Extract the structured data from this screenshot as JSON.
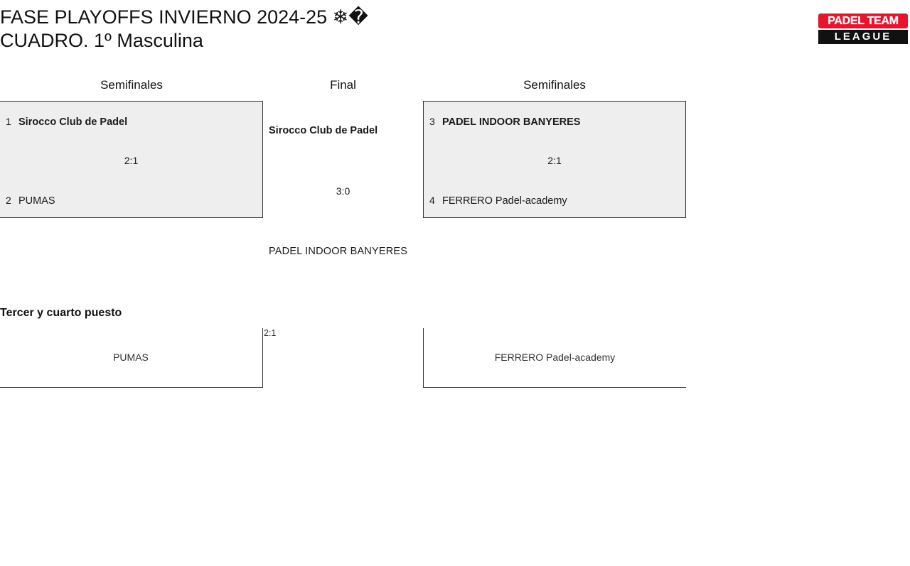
{
  "header": {
    "title": "FASE PLAYOFFS INVIERNO 2024-25 ❄�\nCUADRO. 1º Masculina",
    "logo": {
      "top_text": "PADEL TEAM",
      "bottom_text": "LEAGUE",
      "red": "#e8142d",
      "black": "#111111"
    }
  },
  "rounds": {
    "left_label": "Semifinales",
    "final_label": "Final",
    "right_label": "Semifinales"
  },
  "bracket": {
    "semifinal_left": {
      "top": {
        "seed": "1",
        "name": "Sirocco Club de Padel",
        "winner": true
      },
      "bottom": {
        "seed": "2",
        "name": "PUMAS",
        "winner": false
      },
      "score": "2:1"
    },
    "semifinal_right": {
      "top": {
        "seed": "3",
        "name": "PADEL INDOOR BANYERES",
        "winner": true
      },
      "bottom": {
        "seed": "4",
        "name": "FERRERO Padel-academy",
        "winner": false
      },
      "score": "2:1"
    },
    "final": {
      "winner": "Sirocco Club de Padel",
      "runner_up": "PADEL INDOOR BANYERES",
      "score": "3:0"
    }
  },
  "third_place": {
    "title": "Tercer y cuarto puesto",
    "left_team": "PUMAS",
    "right_team": "FERRERO Padel-academy",
    "score": "2:1"
  },
  "colors": {
    "box_fill": "#eeeeee",
    "box_border": "#333333",
    "text": "#1a1a1a"
  }
}
